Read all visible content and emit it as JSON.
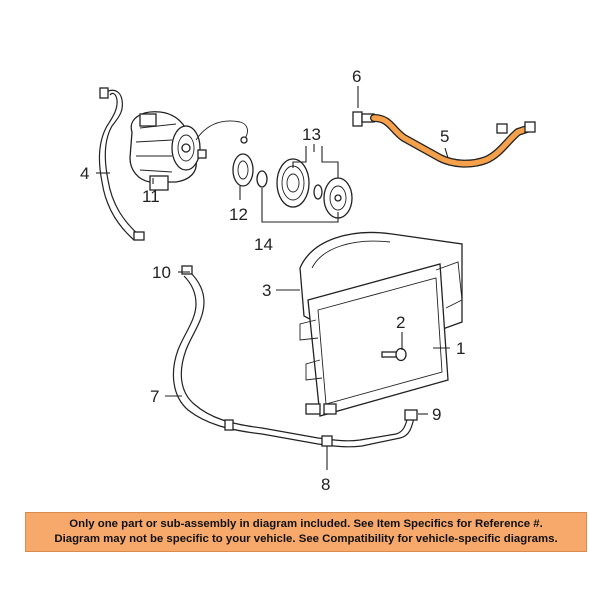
{
  "callouts": {
    "c1": "1",
    "c2": "2",
    "c3": "3",
    "c4": "4",
    "c5": "5",
    "c6": "6",
    "c7": "7",
    "c8": "8",
    "c9": "9",
    "c10": "10",
    "c11": "11",
    "c12": "12",
    "c13": "13",
    "c14": "14"
  },
  "notice": {
    "line1": "Only one part or sub-assembly in diagram included. See Item Specifics for Reference #.",
    "line2": "Diagram may not be specific to your vehicle. See Compatibility for vehicle-specific diagrams."
  },
  "colors": {
    "highlight_hose": "#f5a04a",
    "notice_bg": "#f7a86b",
    "line": "#222222"
  }
}
